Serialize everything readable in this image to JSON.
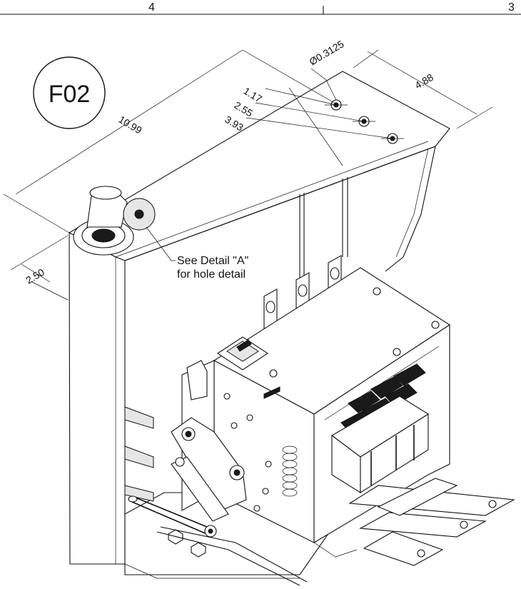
{
  "frame": {
    "zone_left": "4",
    "zone_right": "3"
  },
  "badge": {
    "label": "F02"
  },
  "dimensions": {
    "diameter": "Ø0.3125",
    "overall_length": "10.99",
    "width": "4.88",
    "offset_1": "1.17",
    "offset_2": "2.55",
    "offset_3": "3.93",
    "height": "2.50"
  },
  "callout": {
    "line_1": "See Detail \"A\"",
    "line_2": "for hole detail"
  }
}
